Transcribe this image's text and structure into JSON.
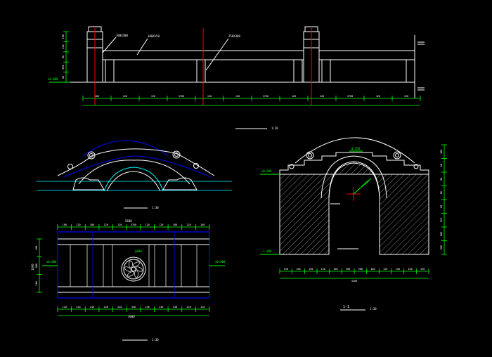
{
  "colors": {
    "background": "#000000",
    "outline": "#ffffff",
    "dimension": "#00ff00",
    "section_cut": "#ff0000",
    "boundary": "#0000ff",
    "leader": "#ffffff"
  },
  "view_titles": {
    "elevation": "1:20",
    "side_elevation": "1:30",
    "plan": "1:30",
    "section_mark": "1-1",
    "section_scale": "1:30"
  },
  "elevation": {
    "callouts": [
      "300X300",
      "300X150",
      "250X300"
    ],
    "level_mark": "±0.000",
    "bottom_dims": [
      "100",
      "120",
      "120",
      "3760",
      "120",
      "120",
      "3760",
      "120",
      "120",
      "3760",
      "120",
      "120"
    ],
    "left_dims": [
      "100",
      "120",
      "80",
      "600",
      "80"
    ]
  },
  "side_elevation": {
    "ornaments": [
      "scroll",
      "scroll",
      "scroll",
      "scroll"
    ]
  },
  "section": {
    "top_label": "0.450",
    "radius_label": "R=900",
    "level_left": "±0.000",
    "level_bottom": "-1.000",
    "bottom_dims": [
      "150",
      "150",
      "150",
      "120",
      "100",
      "900",
      "900",
      "100",
      "120",
      "150",
      "150",
      "150"
    ],
    "total": "3200",
    "right_dims": [
      "100",
      "80",
      "80",
      "80",
      "80",
      "120",
      "600",
      "900"
    ]
  },
  "plan": {
    "top_total": "5680",
    "top_dims": [
      "100",
      "120",
      "100",
      "120",
      "120",
      "3760",
      "120",
      "120",
      "100",
      "120",
      "100"
    ],
    "bottom_dims": [
      "120",
      "220",
      "240",
      "240",
      "240",
      "450",
      "240",
      "240",
      "240",
      "220",
      "120"
    ],
    "bottom_total": "3000",
    "center_label": "φ400",
    "left_mark": "±0.000",
    "right_mark": "±0.000",
    "left_dims": [
      "100",
      "800",
      "100"
    ],
    "left_total": "1000"
  }
}
